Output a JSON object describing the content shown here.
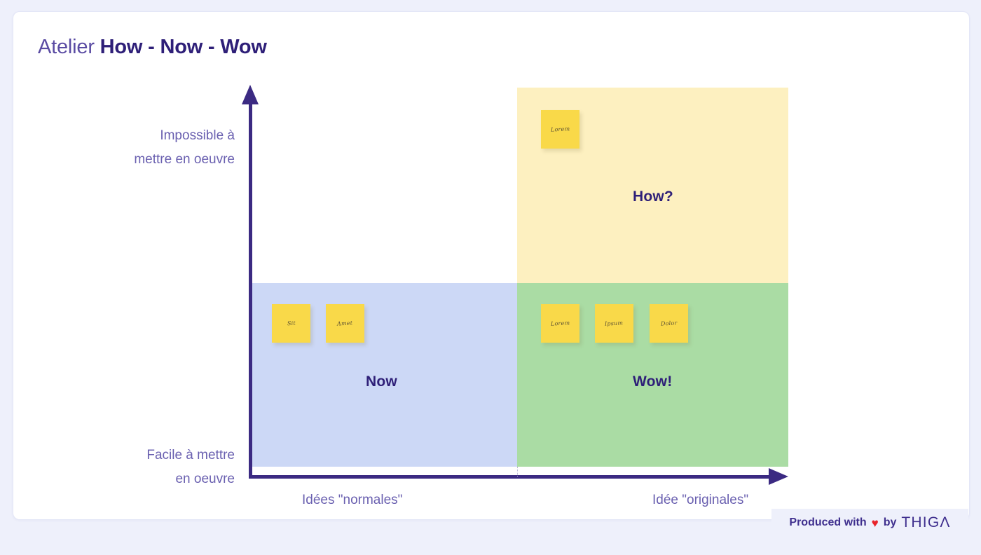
{
  "slide": {
    "title_light": "Atelier ",
    "title_bold": "How - Now - Wow"
  },
  "axes": {
    "y_top_line1": "Impossible à",
    "y_top_line2": "mettre en oeuvre",
    "y_bottom_line1": "Facile à mettre",
    "y_bottom_line2": "en oeuvre",
    "x_left": "Idées \"normales\"",
    "x_right": "Idée \"originales\"",
    "axis_color": "#3b2a82",
    "label_color": "#6a60b0"
  },
  "quadrants": [
    {
      "key": "how",
      "label": "How?",
      "color": "#fdf0c0"
    },
    {
      "key": "now",
      "label": "Now",
      "color": "#ccd8f6"
    },
    {
      "key": "wow",
      "label": "Wow!",
      "color": "#aadca4"
    }
  ],
  "notes": [
    {
      "text": "Lorem",
      "quadrant": "how"
    },
    {
      "text": "Sit",
      "quadrant": "now"
    },
    {
      "text": "Amet",
      "quadrant": "now"
    },
    {
      "text": "Lorem",
      "quadrant": "wow"
    },
    {
      "text": "Ipsum",
      "quadrant": "wow"
    },
    {
      "text": "Dolor",
      "quadrant": "wow"
    }
  ],
  "footer": {
    "produced_with": "Produced with",
    "heart": "♥",
    "by": "by",
    "brand": "THIG",
    "brand_lambda": "Λ",
    "brand_color": "#3f2f8e",
    "heart_color": "#e8232a"
  }
}
